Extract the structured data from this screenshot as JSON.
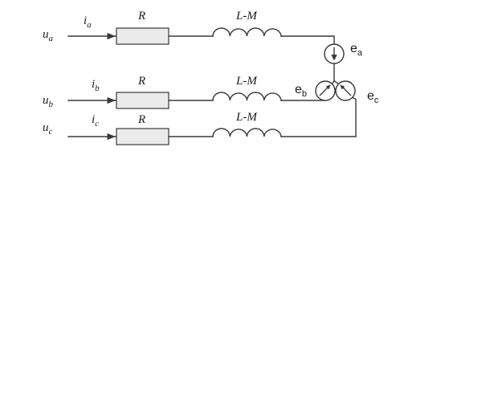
{
  "phases": [
    {
      "voltage_base": "u",
      "voltage_sub": "a",
      "current_base": "i",
      "current_sub": "a",
      "resistor_label": "R",
      "inductor_label": "L-M",
      "emf_base": "e",
      "emf_sub": "a"
    },
    {
      "voltage_base": "u",
      "voltage_sub": "b",
      "current_base": "i",
      "current_sub": "b",
      "resistor_label": "R",
      "inductor_label": "L-M",
      "emf_base": "e",
      "emf_sub": "b"
    },
    {
      "voltage_base": "u",
      "voltage_sub": "c",
      "current_base": "i",
      "current_sub": "c",
      "resistor_label": "R",
      "inductor_label": "L-M",
      "emf_base": "e",
      "emf_sub": "c"
    }
  ],
  "colors": {
    "wire": "#3a3a3a",
    "resistor_fill": "#ebebeb",
    "text": "#1a1a1a"
  }
}
